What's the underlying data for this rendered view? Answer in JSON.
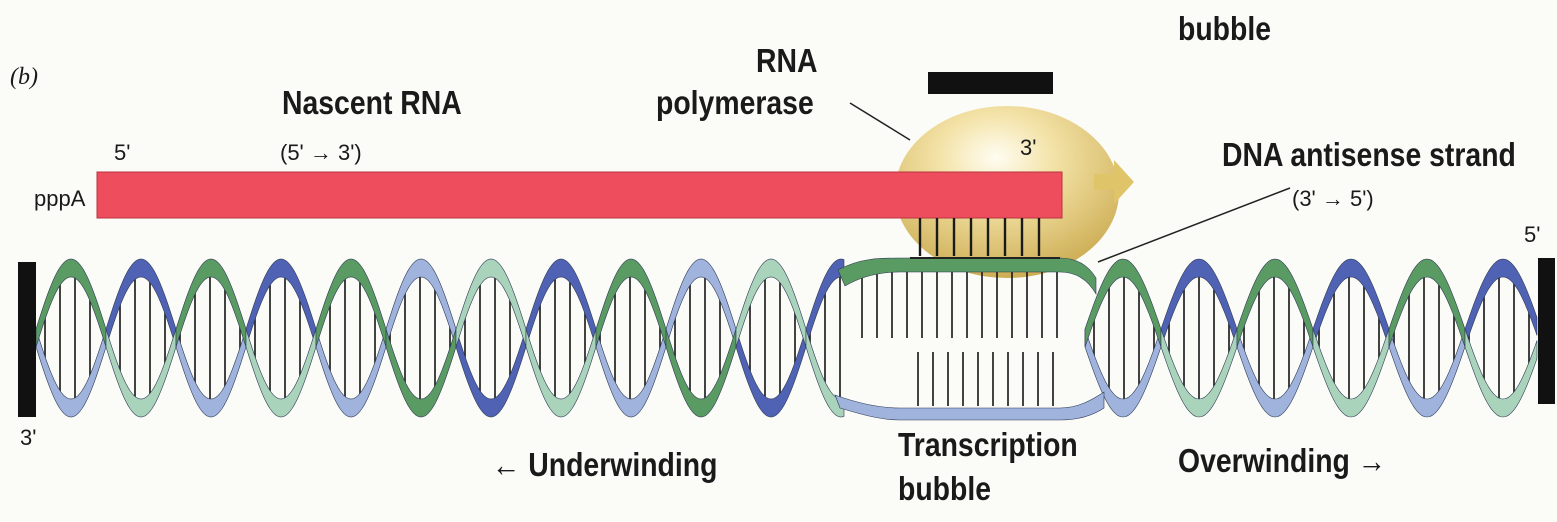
{
  "panel_label": "(b)",
  "labels": {
    "top_bubble": "bubble",
    "rna_pol_line1": "RNA",
    "rna_pol_line2": "polymerase",
    "nascent_rna": "Nascent RNA",
    "nascent_dir": "(5' → 3')",
    "rna_5prime": "5'",
    "rna_3prime": "3'",
    "pppA": "pppA",
    "dna_antisense": "DNA antisense strand",
    "antisense_dir": "(3' → 5')",
    "dna_5prime": "5'",
    "dna_3prime": "3'",
    "underwinding": "← Underwinding",
    "overwinding": "Overwinding →",
    "transcription_line1": "Transcription",
    "transcription_line2": "bubble"
  },
  "colors": {
    "rna_strand": "#ee4d5e",
    "polymerase": "#e0c46a",
    "strand_dark_blue": "#4f62b3",
    "strand_light_blue": "#9fb3dd",
    "strand_dark_green": "#5a9a63",
    "strand_light_green": "#a9d3ba",
    "end_cap": "#111111"
  }
}
